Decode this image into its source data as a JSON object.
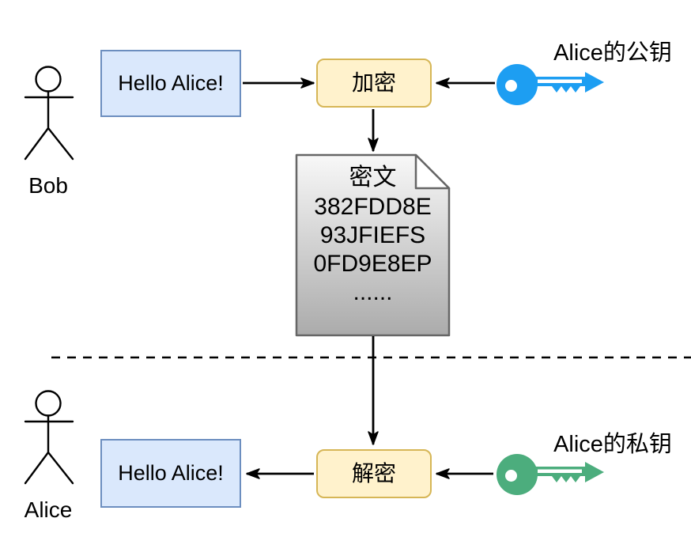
{
  "actors": {
    "sender": "Bob",
    "receiver": "Alice"
  },
  "messages": {
    "plaintext_top": "Hello Alice!",
    "plaintext_bottom": "Hello Alice!"
  },
  "processes": {
    "encrypt": "加密",
    "decrypt": "解密"
  },
  "keys": {
    "public_label": "Alice的公钥",
    "private_label": "Alice的私钥"
  },
  "ciphertext_document": {
    "title": "密文",
    "lines": [
      "382FDD8E",
      "93JFIEFS",
      "0FD9E8EP",
      "......"
    ]
  },
  "colors": {
    "public_key": "#1d9ef2",
    "private_key": "#4cad7d",
    "message_box_fill": "#dae8fc",
    "message_box_border": "#6c8ebf",
    "process_box_fill": "#fff2cc",
    "process_box_border": "#d6b656",
    "document_border": "#666666",
    "arrow": "#000000"
  }
}
